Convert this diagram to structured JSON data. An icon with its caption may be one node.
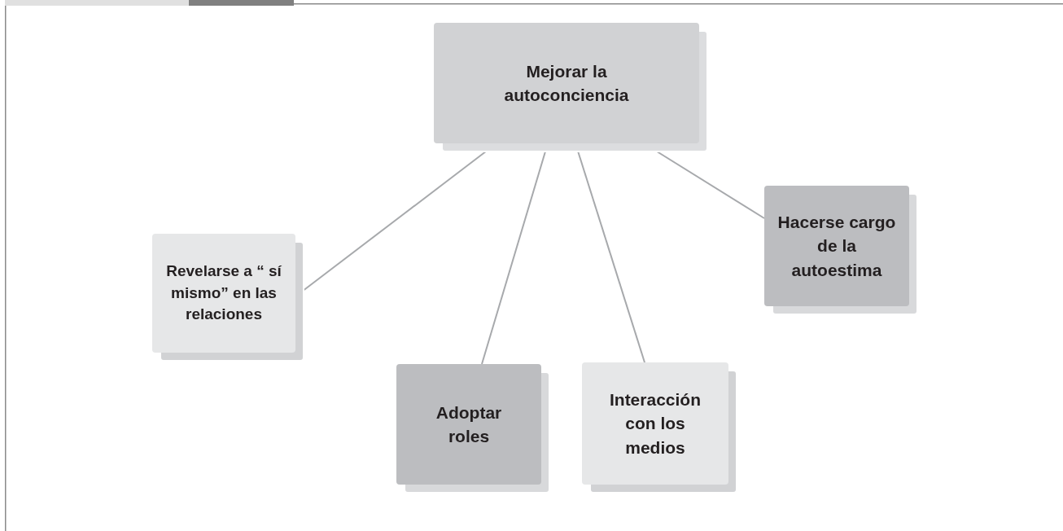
{
  "diagram": {
    "nodes": [
      {
        "text": [
          "Mejorar la autoconciencia"
        ]
      },
      {
        "text": [
          "Revelarse a “ sí mismo” en las relaciones"
        ]
      },
      {
        "text": [
          "Adoptar roles"
        ]
      },
      {
        "text": [
          "Interacción con los medios"
        ]
      },
      {
        "text": [
          "Hacerse cargo de la autoestima"
        ]
      }
    ],
    "edges": [
      {
        "from": 0,
        "to": 1,
        "arrow": "none"
      },
      {
        "from": 0,
        "to": 2,
        "arrow": "none"
      },
      {
        "from": 0,
        "to": 3,
        "arrow": "none"
      },
      {
        "from": 0,
        "to": 4,
        "arrow": "none"
      }
    ]
  }
}
